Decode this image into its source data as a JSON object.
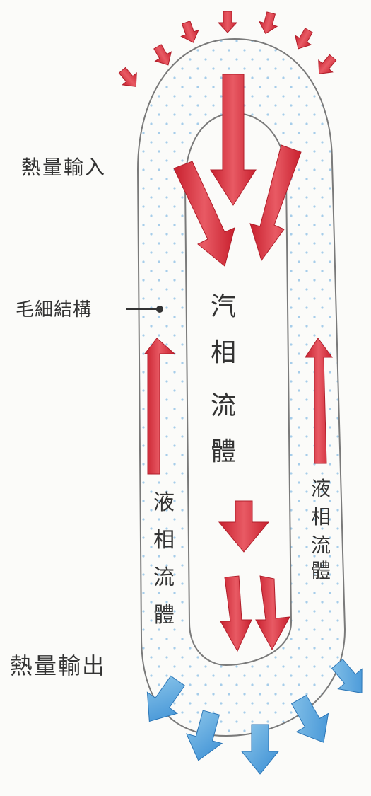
{
  "labels": {
    "heat_input": "熱量輸入",
    "heat_output": "熱量輸出",
    "capillary_structure": "毛細結構",
    "vapor_phase_fluid": [
      "汽",
      "相",
      "流",
      "體"
    ],
    "liquid_phase_fluid": [
      "液",
      "相",
      "流",
      "體"
    ]
  },
  "colors": {
    "heat_in_arrow": "#d83a48",
    "heat_out_arrow": "#4a9ad8",
    "outline": "#7a7a7a",
    "dots": "#9cc8e8"
  }
}
